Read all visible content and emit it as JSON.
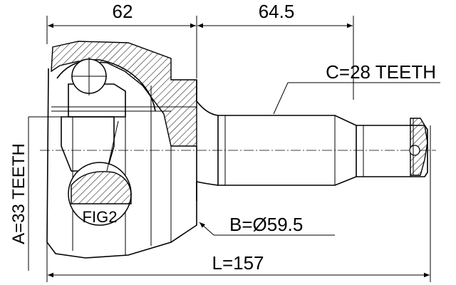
{
  "dimensions": {
    "width_left": "62",
    "width_right": "64.5",
    "overall_length": "L=157"
  },
  "callouts": {
    "spline_c": "C=28 TEETH",
    "outer_diameter": "B=Ø59.5",
    "spline_a": "A=33 TEETH",
    "figure_label": "FIG2"
  }
}
